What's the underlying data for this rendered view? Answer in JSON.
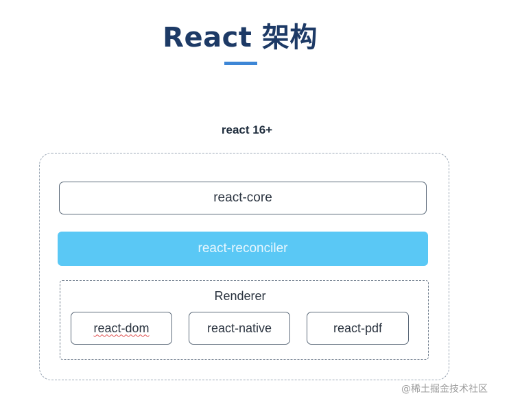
{
  "header": {
    "title": "React 架构"
  },
  "diagram": {
    "version_label": "react 16+",
    "core_label": "react-core",
    "reconciler_label": "react-reconciler",
    "renderer": {
      "label": "Renderer",
      "packages": [
        "react-dom",
        "react-native",
        "react-pdf"
      ]
    }
  },
  "colors": {
    "title": "#1d3a66",
    "accent_underline": "#3d86d6",
    "reconciler_fill": "#5ac8f5",
    "border": "#5a6878"
  },
  "watermark": "@稀土掘金技术社区"
}
